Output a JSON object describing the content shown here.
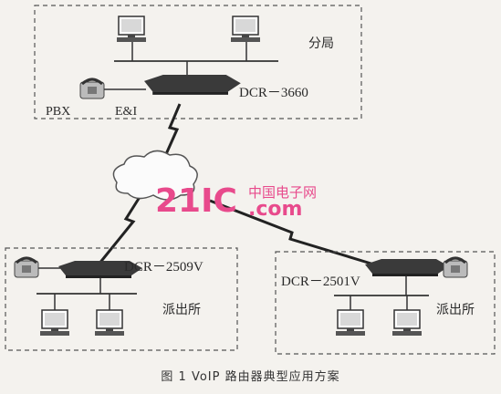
{
  "branch_office": {
    "label": "分局",
    "router_label": "DCR－3660",
    "pbx_label": "PBX",
    "ei_label": "E&I"
  },
  "station_left": {
    "router_label": "DCR－2509V",
    "site_label": "派出所"
  },
  "station_right": {
    "router_label": "DCR－2501V",
    "site_label": "派出所"
  },
  "watermark": {
    "main": "21IC",
    "chinese": "中国电子网",
    "domain": ".com"
  },
  "caption": "图 1  VoIP 路由器典型应用方案"
}
